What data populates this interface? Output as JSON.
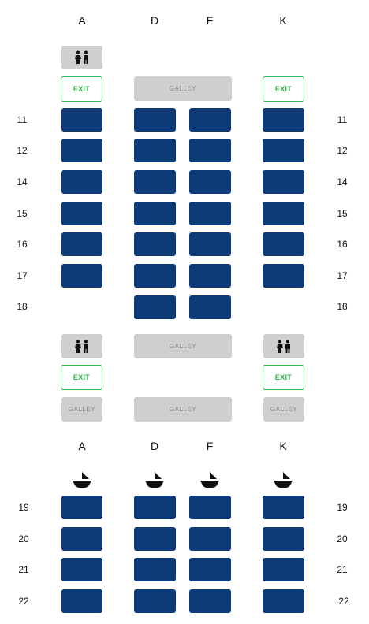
{
  "columns": {
    "top": [
      "A",
      "D",
      "F",
      "K"
    ],
    "bottom": [
      "A",
      "D",
      "F",
      "K"
    ]
  },
  "rows_top": [
    "11",
    "12",
    "14",
    "15",
    "16",
    "17",
    "18"
  ],
  "rows_bottom": [
    "19",
    "20",
    "21",
    "22"
  ],
  "labels": {
    "galley": "GALLEY",
    "exit": "EXIT"
  },
  "icons": {
    "lavatory": "lavatory-icon",
    "bassinet": "bassinet-icon"
  },
  "colors": {
    "seat": "#0d3a78",
    "facility": "#cfcfcf",
    "exit_border": "#2fb54a",
    "exit_text": "#2fb54a"
  }
}
